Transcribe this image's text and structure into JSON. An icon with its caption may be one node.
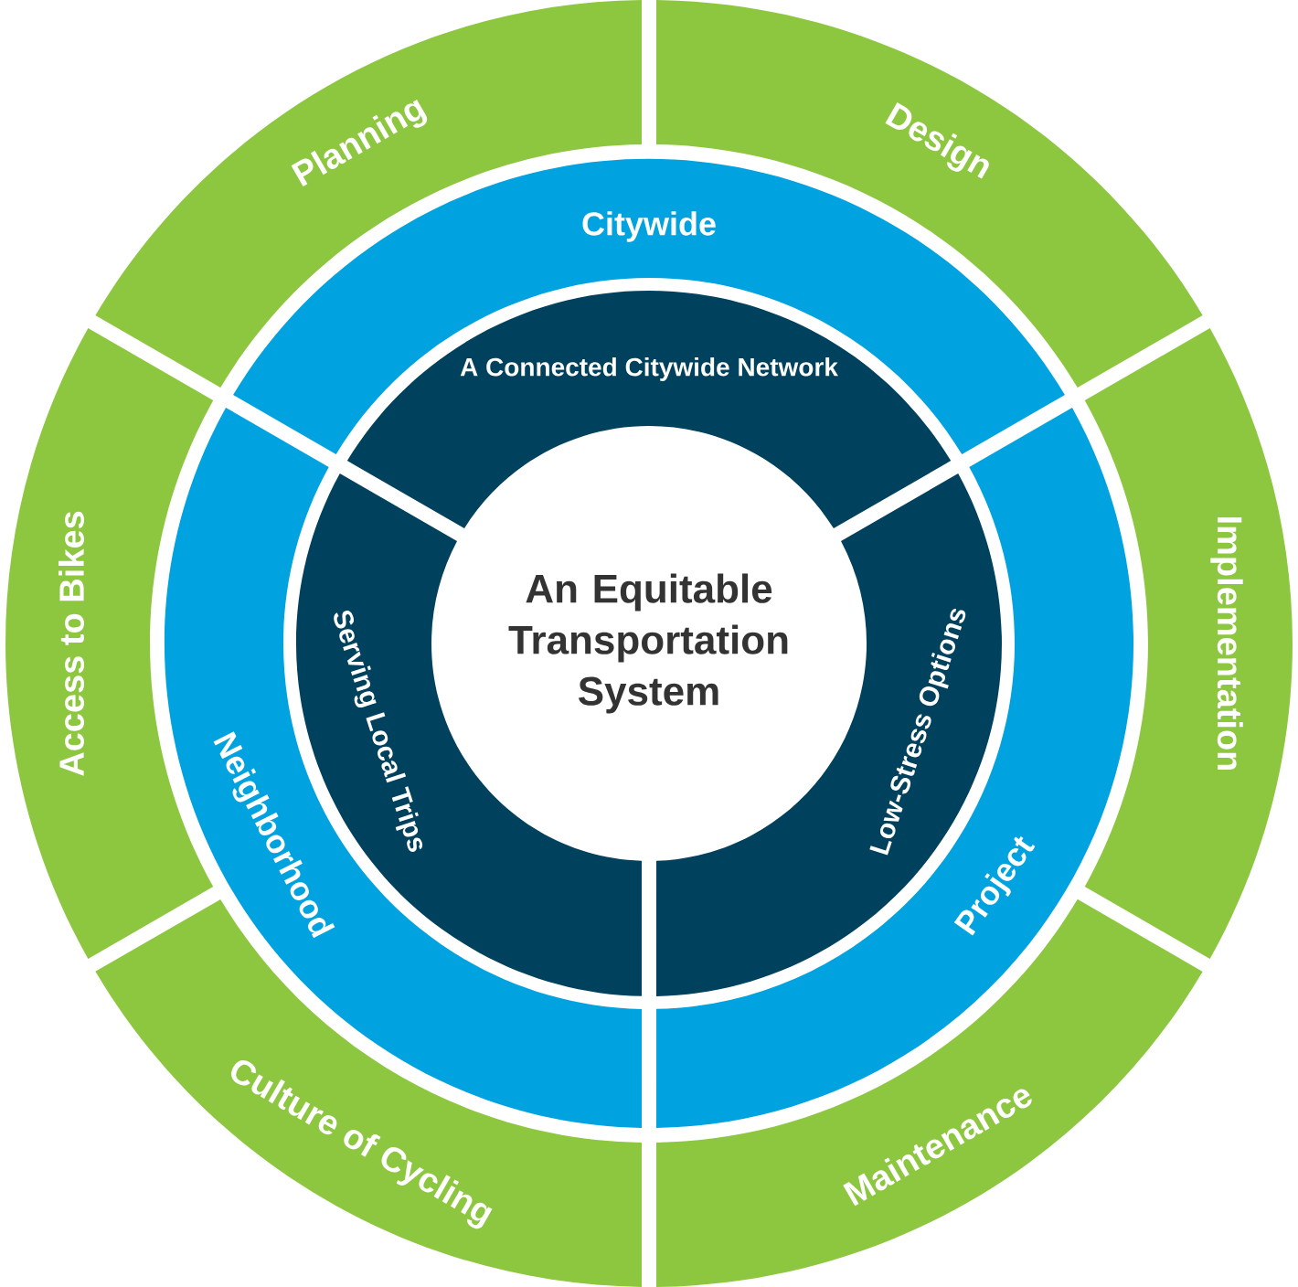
{
  "diagram": {
    "nodes": [
      {
        "text": [
          "An Equitable Transportation System"
        ]
      },
      {
        "text": [
          "A Connected Citywide Network"
        ]
      },
      {
        "text": [
          "Low-Stress Options"
        ]
      },
      {
        "text": [
          "Serving Local Trips"
        ]
      },
      {
        "text": [
          "Citywide"
        ]
      },
      {
        "text": [
          "Project"
        ]
      },
      {
        "text": [
          "Neighborhood"
        ]
      },
      {
        "text": [
          "Planning"
        ]
      },
      {
        "text": [
          "Design"
        ]
      },
      {
        "text": [
          "Implementation"
        ]
      },
      {
        "text": [
          "Maintenance"
        ]
      },
      {
        "text": [
          "Culture of Cycling"
        ]
      },
      {
        "text": [
          "Access to Bikes"
        ]
      }
    ]
  }
}
